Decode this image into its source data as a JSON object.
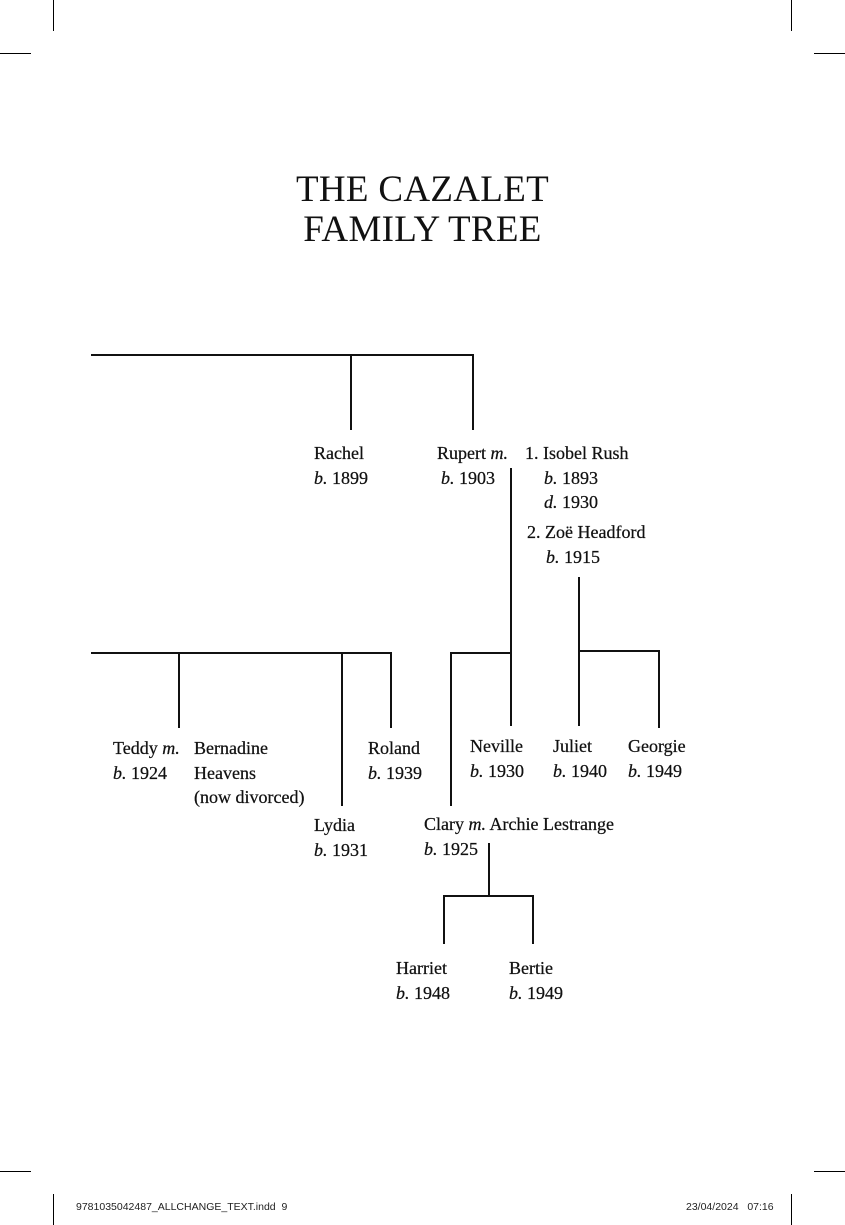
{
  "page": {
    "title_line1": "THE CAZALET",
    "title_line2": "FAMILY TREE"
  },
  "people": {
    "rachel": {
      "name": "Rachel",
      "born": "1899"
    },
    "rupert": {
      "name": "Rupert",
      "born": "1903"
    },
    "isobel": {
      "prefix": "1.",
      "name": "Isobel Rush",
      "born": "1893",
      "died": "1930"
    },
    "zoe": {
      "prefix": "2.",
      "name": "Zoë Headford",
      "born": "1915"
    },
    "teddy": {
      "name": "Teddy",
      "born": "1924"
    },
    "bernadine": {
      "name_line1": "Bernadine",
      "name_line2": "Heavens",
      "note": "(now divorced)"
    },
    "roland": {
      "name": "Roland",
      "born": "1939"
    },
    "lydia": {
      "name": "Lydia",
      "born": "1931"
    },
    "neville": {
      "name": "Neville",
      "born": "1930"
    },
    "juliet": {
      "name": "Juliet",
      "born": "1940"
    },
    "georgie": {
      "name": "Georgie",
      "born": "1949"
    },
    "clary": {
      "name": "Clary",
      "born": "1925"
    },
    "archie": {
      "name": "Archie Lestrange"
    },
    "harriet": {
      "name": "Harriet",
      "born": "1948"
    },
    "bertie": {
      "name": "Bertie",
      "born": "1949"
    }
  },
  "abbrev": {
    "married": "m.",
    "born": "b.",
    "died": "d."
  },
  "footer": {
    "filename": "9781035042487_ALLCHANGE_TEXT.indd",
    "page_number": "9",
    "date": "23/04/2024",
    "time": "07:16"
  }
}
